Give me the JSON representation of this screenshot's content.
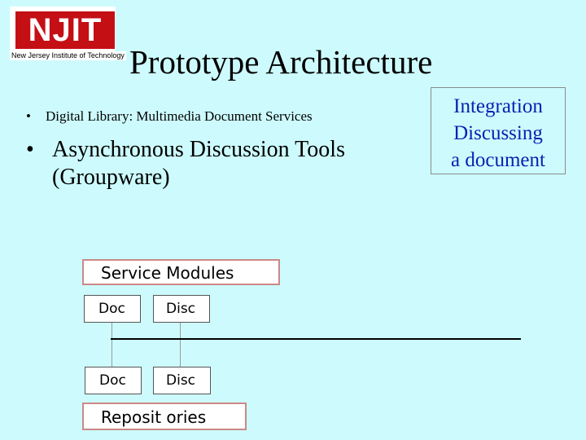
{
  "logo": {
    "wordmark": "NJIT",
    "subtitle": "New Jersey Institute of Technology"
  },
  "slide": {
    "title": "Prototype Architecture",
    "bullets": [
      "Digital Library: Multimedia Document Services",
      "Asynchronous Discussion Tools",
      "(Groupware)"
    ],
    "bullet_marker": "•"
  },
  "integration_box": {
    "lines": [
      "Integration",
      "Discussing",
      "a document"
    ]
  },
  "diagram": {
    "service_modules": "Service  Modules",
    "top_modules": [
      "Doc",
      "Disc"
    ],
    "bottom_modules": [
      "Doc",
      "Disc"
    ],
    "repositories": "Reposit ories"
  },
  "colors": {
    "background": "#cdfbfd",
    "logo_red": "#c40f15",
    "integration_text": "#0a1fb0"
  }
}
